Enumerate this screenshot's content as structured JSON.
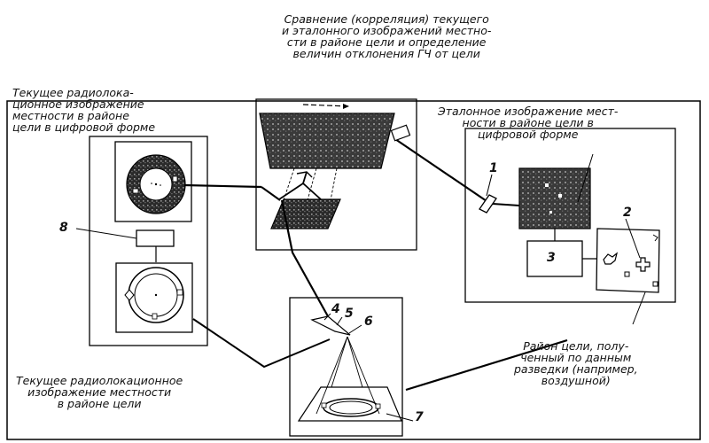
{
  "captions": {
    "correlation": [
      "Сравнение (корреляция) текущего",
      "и эталонного изображений местно-",
      "сти в районе цели и определение",
      "величин отклонения ГЧ от цели"
    ],
    "current_digital": [
      "Текущее радиолока-",
      "ционное изображение",
      "местности в районе",
      "цели в цифровой форме"
    ],
    "reference_digital": [
      "Эталонное изображение мест-",
      "ности в районе цели в",
      "цифровой форме"
    ],
    "current_radar": [
      "Текущее радиолокационное",
      "изображение местности",
      "в районе цели"
    ],
    "target_area": [
      "Район цели, полу-",
      "ченный по данным",
      "разведки (например,",
      "воздушной)"
    ]
  },
  "numbers": {
    "n1": "1",
    "n2": "2",
    "n3": "3",
    "n4": "4",
    "n5": "5",
    "n6": "6",
    "n7": "7",
    "n8": "8"
  }
}
